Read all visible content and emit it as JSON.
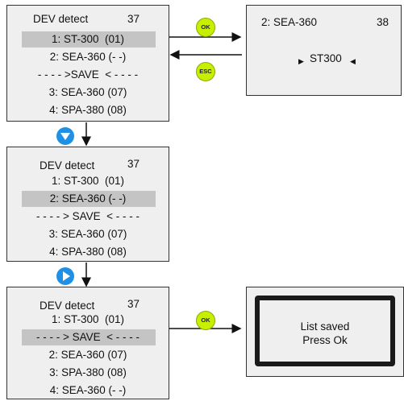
{
  "screen1": {
    "title": "DEV detect",
    "count": "37",
    "items": [
      "1: ST-300  (01)",
      "2: SEA-360 (- -)",
      "- - - - >SAVE  < - - - -",
      "3: SEA-360 (07)",
      "4: SPA-380 (08)"
    ]
  },
  "screen2": {
    "title": "2: SEA-360",
    "count": "38",
    "value": "ST300"
  },
  "screen3": {
    "title": "DEV detect",
    "count": "37",
    "items": [
      "1: ST-300  (01)",
      "2: SEA-360 (- -)",
      "- - - - > SAVE  < - - - -",
      "3: SEA-360 (07)",
      "4: SPA-380 (08)"
    ]
  },
  "screen4": {
    "title": "DEV detect",
    "count": "37",
    "items": [
      "1: ST-300  (01)",
      "- - - - > SAVE  < - - - -",
      "2: SEA-360 (07)",
      "3: SPA-380 (08)",
      "4: SEA-360 (- -)"
    ]
  },
  "screen5": {
    "line1": "List saved",
    "line2": "Press Ok"
  },
  "buttons": {
    "ok": "OK",
    "esc": "ESC"
  },
  "colors": {
    "screen_bg": "#efefef",
    "highlight": "#c4c4c4",
    "ok_badge": "#c6f000",
    "nav_button": "#1e90e6"
  },
  "icons": {
    "nav_down": "down-triangle-button-icon",
    "nav_right": "right-triangle-button-icon"
  }
}
